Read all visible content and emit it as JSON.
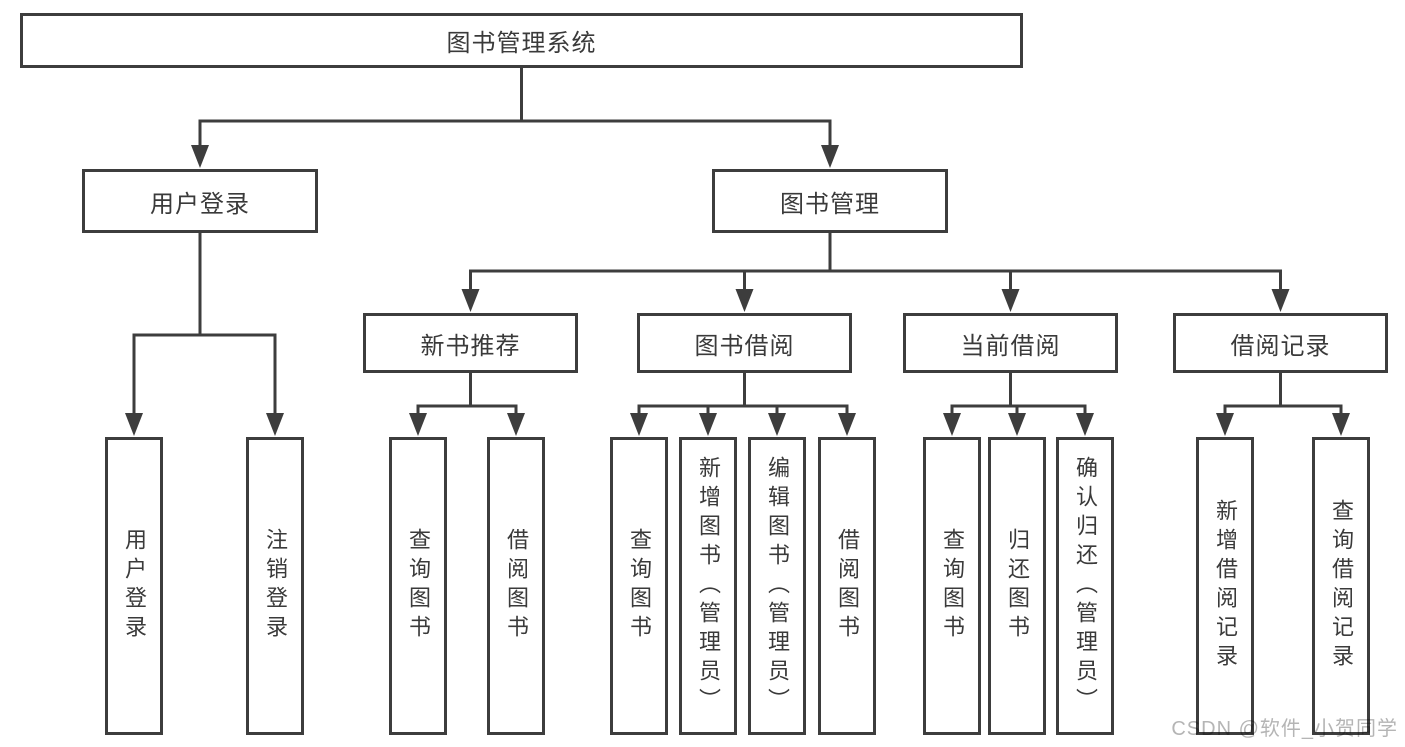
{
  "diagram_type": "hierarchy-tree",
  "colors": {
    "line": "#3d3d3d",
    "text": "#3a3a3a",
    "background": "#ffffff",
    "watermark": "#b5b5b5"
  },
  "tree": {
    "label": "图书管理系统",
    "children": [
      {
        "label": "用户登录",
        "children": [
          {
            "label": "用户登录"
          },
          {
            "label": "注销登录"
          }
        ]
      },
      {
        "label": "图书管理",
        "children": [
          {
            "label": "新书推荐",
            "children": [
              {
                "label": "查询图书"
              },
              {
                "label": "借阅图书"
              }
            ]
          },
          {
            "label": "图书借阅",
            "children": [
              {
                "label": "查询图书"
              },
              {
                "label": "新增图书（管理员）"
              },
              {
                "label": "编辑图书（管理员）"
              },
              {
                "label": "借阅图书"
              }
            ]
          },
          {
            "label": "当前借阅",
            "children": [
              {
                "label": "查询图书"
              },
              {
                "label": "归还图书"
              },
              {
                "label": "确认归还（管理员）"
              }
            ]
          },
          {
            "label": "借阅记录",
            "children": [
              {
                "label": "新增借阅记录"
              },
              {
                "label": "查询借阅记录"
              }
            ]
          }
        ]
      }
    ]
  },
  "watermark": "CSDN @软件_小贺同学"
}
